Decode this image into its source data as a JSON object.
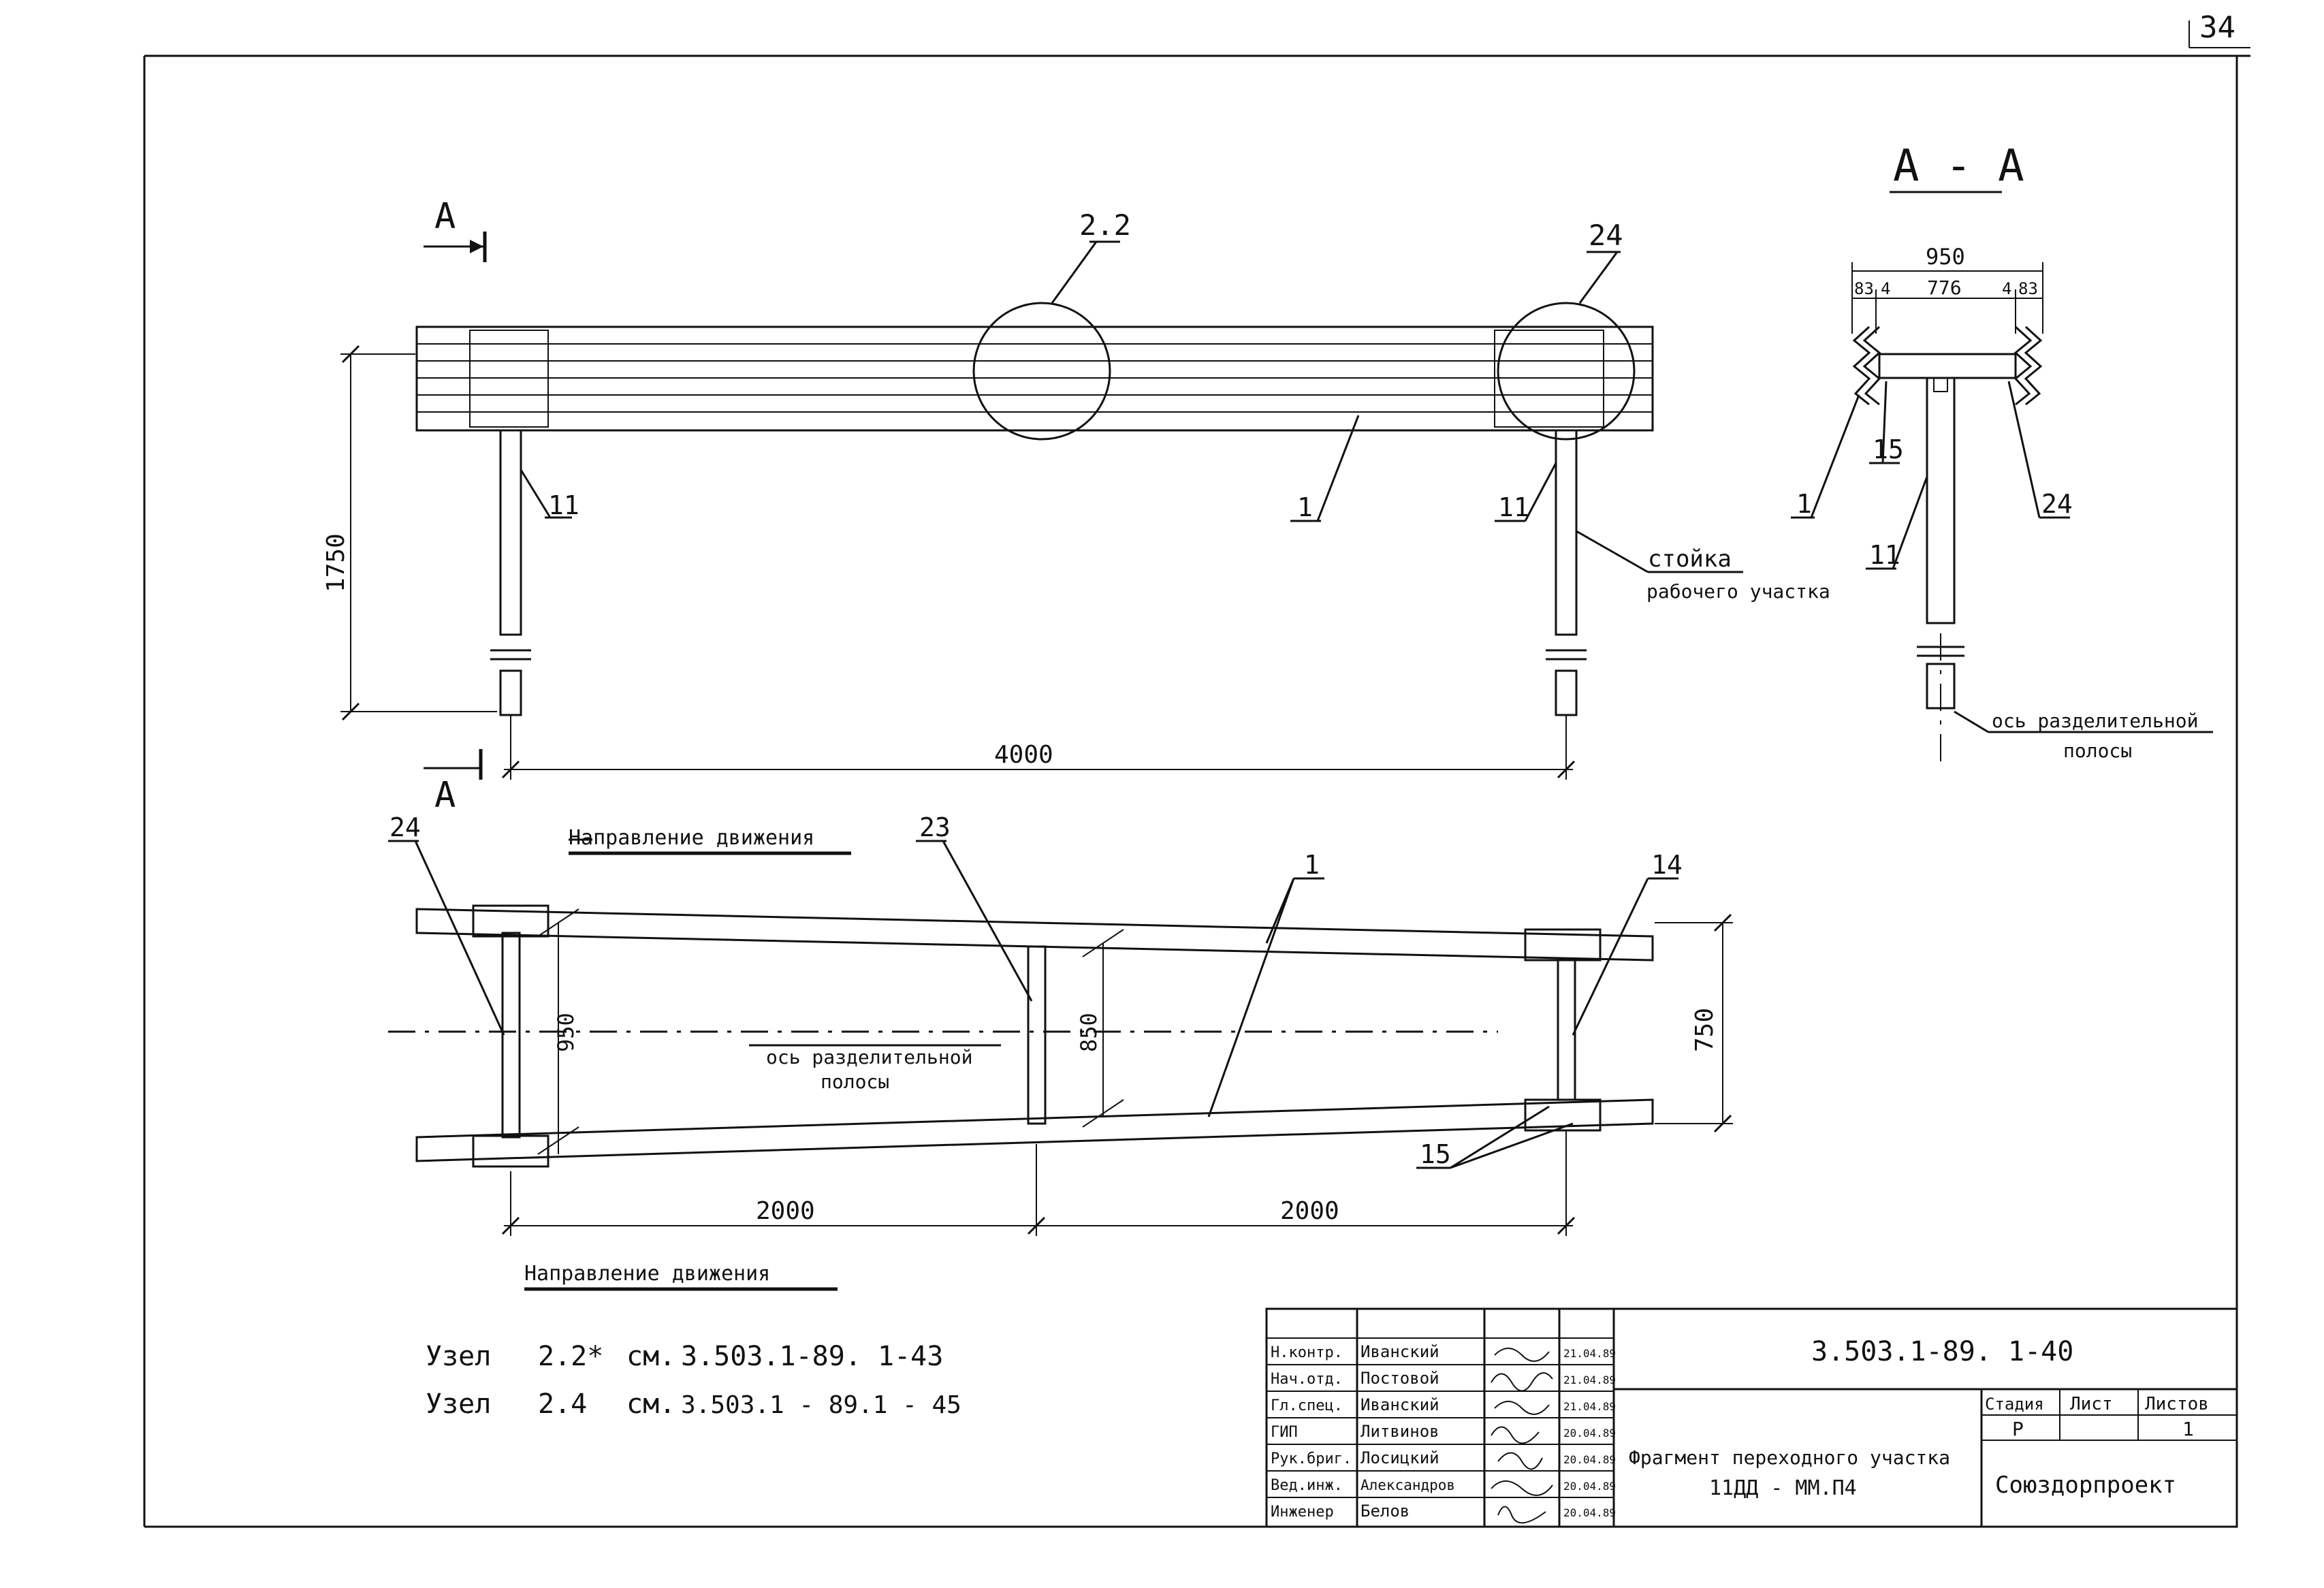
{
  "page_number": "34",
  "section_label": "А - А",
  "section_marker": "А",
  "callouts": {
    "node_2_2": "2.2",
    "node_24": "24",
    "item_1": "1",
    "item_11": "11",
    "item_15": "15",
    "item_23": "23",
    "item_14": "14"
  },
  "dimensions": {
    "height_1750": "1750",
    "span_4000": "4000",
    "width_950": "950",
    "sec_83": "83",
    "sec_4a": "4",
    "sec_776": "776",
    "sec_4b": "4",
    "sec_83b": "83",
    "plan_950": "950",
    "plan_850": "850",
    "plan_750": "750",
    "span_2000a": "2000",
    "span_2000b": "2000"
  },
  "labels": {
    "post_working_line1": "стойка",
    "post_working_line2": "рабочего участка",
    "axis_line1": "ось разделительной",
    "axis_line2": "полосы",
    "direction": "Направление движения"
  },
  "notes": [
    {
      "node": "Узел",
      "num": "2.2*",
      "ref_pre": "см.",
      "ref": "3.503.1-89. 1-43"
    },
    {
      "node": "Узел",
      "num": "2.4",
      "ref_pre": "см.",
      "ref": "3.503.1 - 89.1 - 45"
    }
  ],
  "title_block": {
    "code": "3.503.1-89. 1-40",
    "title_line1": "Фрагмент переходного участка",
    "title_line2": "11ДД - ММ.П4",
    "organization": "Союздорпроект",
    "stage_header": "Стадия",
    "sheet_header": "Лист",
    "sheets_header": "Листов",
    "stage": "Р",
    "sheet": "",
    "sheets": "1",
    "signatures": [
      {
        "role": "Н.контр.",
        "name": "Иванский",
        "date": "21.04.89"
      },
      {
        "role": "Нач.отд.",
        "name": "Постовой",
        "date": "21.04.89"
      },
      {
        "role": "Гл.спец.",
        "name": "Иванский",
        "date": "21.04.89"
      },
      {
        "role": "ГИП",
        "name": "Литвинов",
        "date": "20.04.89"
      },
      {
        "role": "Рук.бриг.",
        "name": "Лосицкий",
        "date": "20.04.89"
      },
      {
        "role": "Вед.инж.",
        "name": "Александров",
        "date": "20.04.89"
      },
      {
        "role": "Инженер",
        "name": "Белов",
        "date": "20.04.89"
      }
    ]
  }
}
